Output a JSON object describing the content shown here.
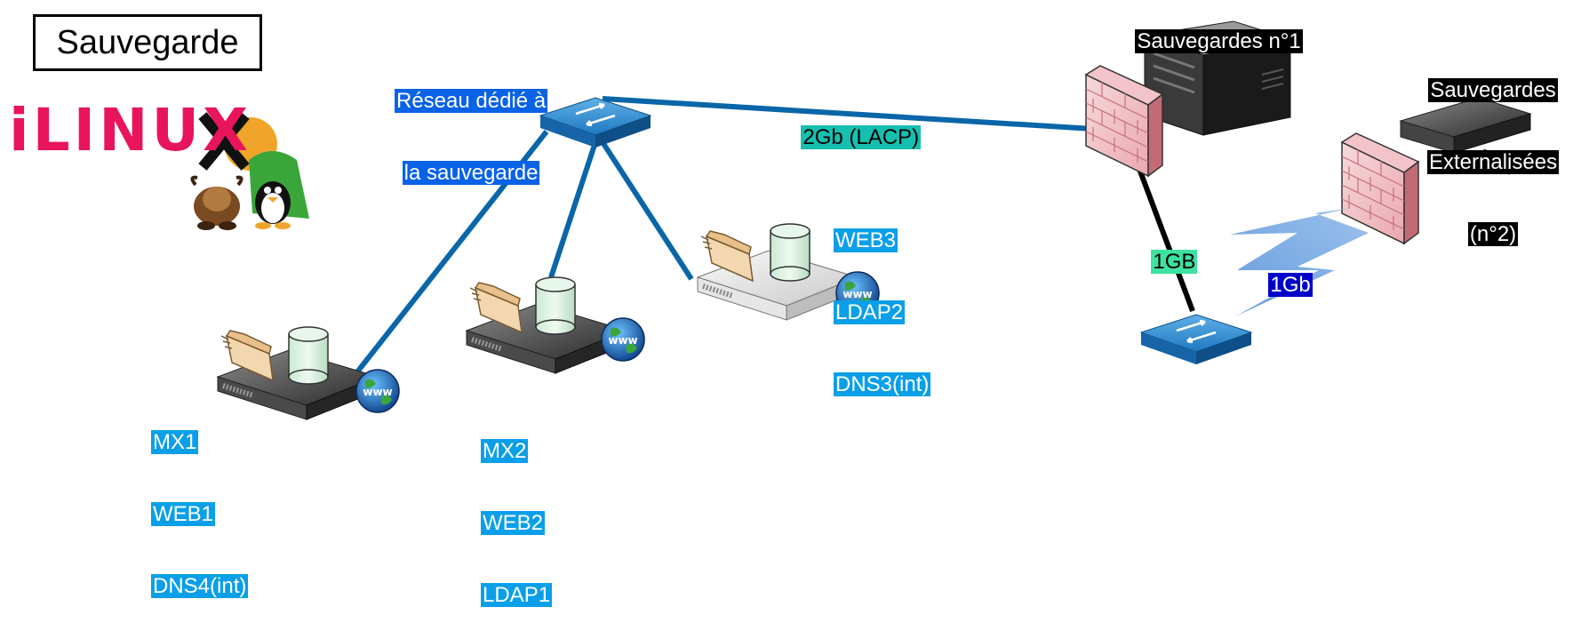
{
  "title": "Sauvegarde",
  "logo_text": "iLINUX",
  "network_label": [
    "Réseau dédié à",
    "la sauvegarde"
  ],
  "link_lacp": "2Gb (LACP)",
  "link_1gb_vertical": "1GB",
  "link_1gb_arrow": "1Gb",
  "backup1_label": "Sauvegardes n°1",
  "backup2_label": [
    "Sauvegardes",
    "Externalisées",
    "(n°2)"
  ],
  "server1_roles": [
    "MX1",
    "WEB1",
    "DNS4(int)"
  ],
  "server2_roles": [
    "MX2",
    "WEB2",
    "LDAP1"
  ],
  "server3_roles": [
    "WEB3",
    "LDAP2",
    "DNS3(int)"
  ],
  "icons": [
    "network-switch-icon",
    "firewall-icon",
    "server-tower-icon",
    "rack-server-icon",
    "database-icon",
    "folder-icon",
    "globe-www-icon",
    "gnu-mascot-icon",
    "tux-penguin-icon"
  ],
  "colors": {
    "link": "#0a66a8",
    "label_blue": "#0a62e6",
    "label_light_blue": "#0a9fe8",
    "logo_pink": "#e8155a"
  }
}
